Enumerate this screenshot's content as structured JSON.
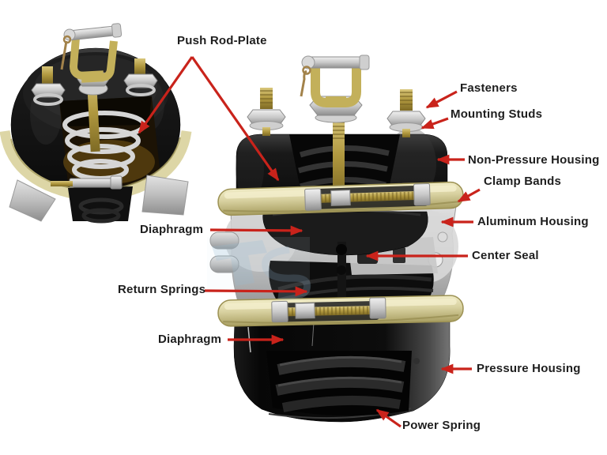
{
  "labels": [
    {
      "id": "push-rod-plate",
      "text": "Push Rod-Plate"
    },
    {
      "id": "fasteners",
      "text": "Fasteners"
    },
    {
      "id": "mounting-studs",
      "text": "Mounting Studs"
    },
    {
      "id": "non-pressure-housing",
      "text": "Non-Pressure Housing"
    },
    {
      "id": "clamp-bands",
      "text": "Clamp Bands"
    },
    {
      "id": "aluminum-housing",
      "text": "Aluminum Housing"
    },
    {
      "id": "diaphragm-upper",
      "text": "Diaphragm"
    },
    {
      "id": "center-seal",
      "text": "Center Seal"
    },
    {
      "id": "return-springs",
      "text": "Return Springs"
    },
    {
      "id": "diaphragm-lower",
      "text": "Diaphragm"
    },
    {
      "id": "pressure-housing",
      "text": "Pressure Housing"
    },
    {
      "id": "power-spring",
      "text": "Power Spring"
    }
  ],
  "colors": {
    "background": "#ffffff",
    "arrow_red": "#c9231b",
    "label_text": "#1e1e1e",
    "housing_black": "#121212",
    "clamp_band_gold": "#d8d1a0",
    "brass": "#b0983f",
    "zinc_silver": "#c9c9c9",
    "aluminum_silver": "#c2c2c2",
    "watermark_blue": "#9cc0d8"
  }
}
